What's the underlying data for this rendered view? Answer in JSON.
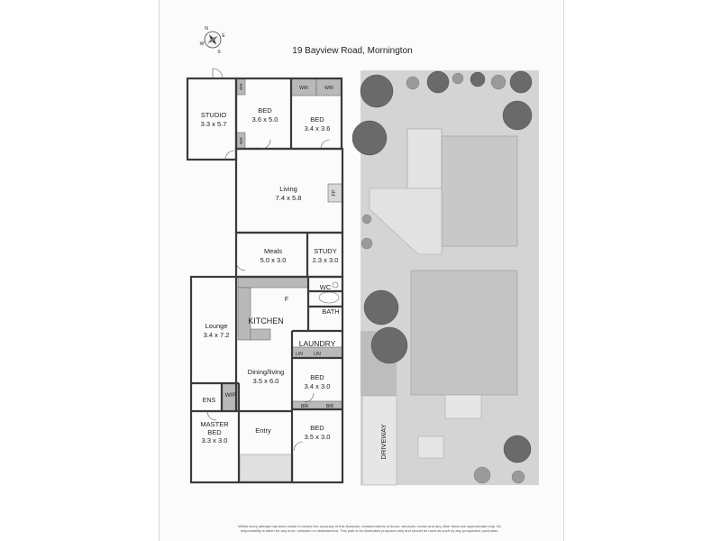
{
  "address": "19 Bayview Road, Mornington",
  "compass": {
    "north": "N",
    "east": "E",
    "south": "S",
    "west": "W"
  },
  "rooms": {
    "studio": {
      "name": "STUDIO",
      "dims": "3.3 x 5.7"
    },
    "bed_top": {
      "name": "BED",
      "dims": "3.6 x 5.0"
    },
    "bed_top_right": {
      "name": "BED",
      "dims": "3.4 x 3.6"
    },
    "living": {
      "name": "Living",
      "dims": "7.4 x 5.8"
    },
    "meals": {
      "name": "Meals",
      "dims": "5.0 x 3.0"
    },
    "study": {
      "name": "STUDY",
      "dims": "2.3 x 3.0"
    },
    "kitchen": {
      "name": "KITCHEN"
    },
    "lounge": {
      "name": "Lounge",
      "dims": "3.4 x 7.2"
    },
    "dining": {
      "name": "Dining/living",
      "dims": "3.5 x 6.0"
    },
    "bed_mid": {
      "name": "BED",
      "dims": "3.4 x 3.0"
    },
    "bed_low": {
      "name": "BED",
      "dims": "3.5 x 3.0"
    },
    "master": {
      "name": "MASTER",
      "name2": "BED",
      "dims": "3.3 x 3.0"
    },
    "entry": {
      "name": "Entry"
    },
    "ens": {
      "name": "ENS"
    },
    "wir_master": {
      "name": "WIR"
    },
    "laundry": {
      "name": "LAUNDRY"
    },
    "wc": {
      "name": "WC"
    },
    "bath": {
      "name": "BATH"
    }
  },
  "fixtures": {
    "wir_left": "WIR",
    "wir_right": "WIR",
    "bir_top": "BIR",
    "bir_bottom": "BIR",
    "fp": "FP",
    "fridge": "F",
    "lin_left": "LIN",
    "lin_right": "LIN",
    "bir_mid_left": "BIR",
    "bir_mid_right": "BIR"
  },
  "site": {
    "driveway": "DRIVEWAY"
  },
  "disclaimer": "Whilst every attempt has been made to ensure the accuracy of this floorplan, measurements of doors, windows, rooms and any other items are approximate only. No responsibility is taken for any error, omission or misstatement. This plan is for illustrative purposes only and should be used as such by any prospective purchaser.",
  "colors": {
    "wall": "#3a3a3a",
    "grass": "#d4d4d4",
    "roof": "#c4c4c4",
    "fixture": "#b9b9b9",
    "paving": "#e0e0e0"
  }
}
